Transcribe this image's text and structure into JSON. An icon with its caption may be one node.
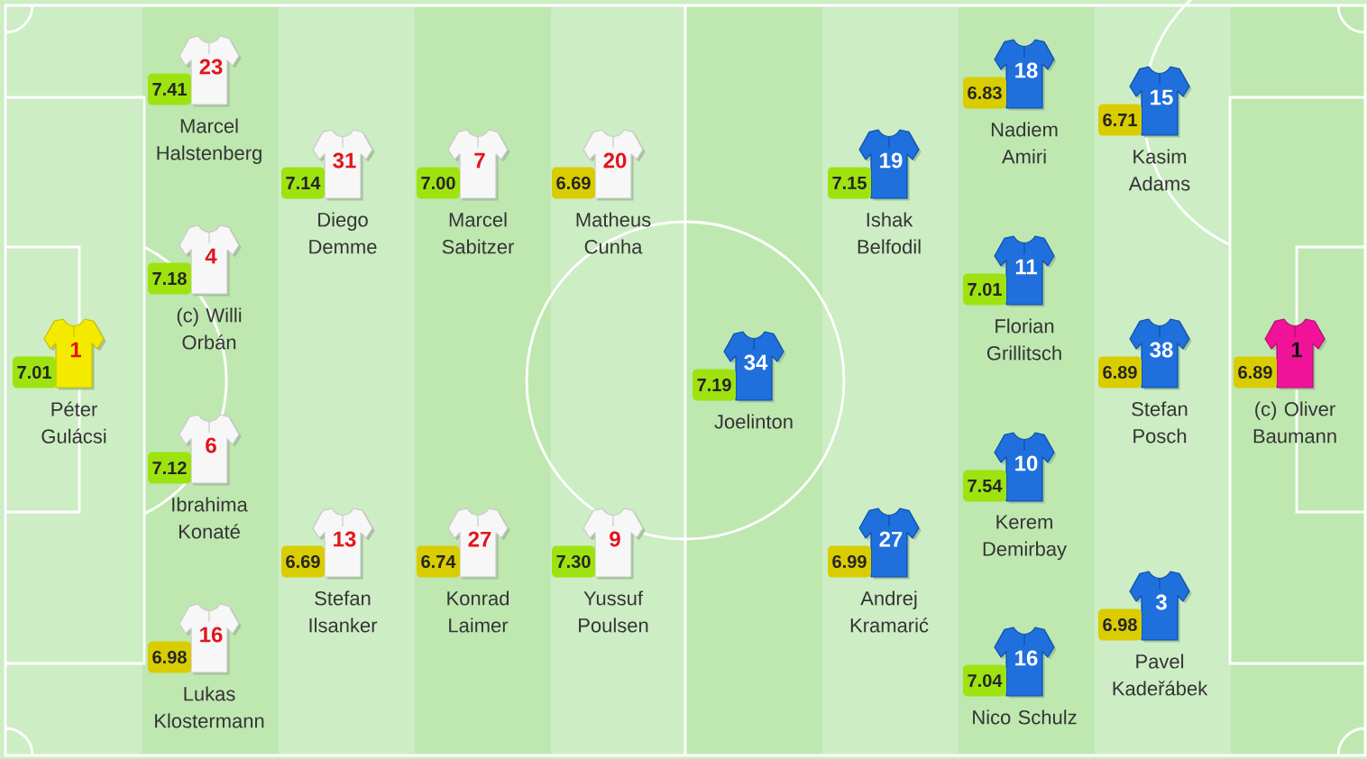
{
  "diagram": {
    "nodes": [
      {
        "text": [
          "1",
          "7.01",
          "Péter Gulácsi"
        ]
      },
      {
        "text": [
          "23",
          "7.41",
          "Marcel Halstenberg"
        ]
      },
      {
        "text": [
          "4",
          "7.18",
          "(c) Willi Orbán"
        ]
      },
      {
        "text": [
          "6",
          "7.12",
          "Ibrahima Konaté"
        ]
      },
      {
        "text": [
          "16",
          "6.98",
          "Lukas Klostermann"
        ]
      },
      {
        "text": [
          "31",
          "7.14",
          "Diego Demme"
        ]
      },
      {
        "text": [
          "13",
          "6.69",
          "Stefan Ilsanker"
        ]
      },
      {
        "text": [
          "7",
          "7.00",
          "Marcel Sabitzer"
        ]
      },
      {
        "text": [
          "27",
          "6.74",
          "Konrad Laimer"
        ]
      },
      {
        "text": [
          "20",
          "6.69",
          "Matheus Cunha"
        ]
      },
      {
        "text": [
          "9",
          "7.30",
          "Yussuf Poulsen"
        ]
      },
      {
        "text": [
          "34",
          "7.19",
          "Joelinton"
        ]
      },
      {
        "text": [
          "19",
          "7.15",
          "Ishak Belfodil"
        ]
      },
      {
        "text": [
          "27",
          "6.99",
          "Andrej Kramarić"
        ]
      },
      {
        "text": [
          "18",
          "6.83",
          "Nadiem Amiri"
        ]
      },
      {
        "text": [
          "11",
          "7.01",
          "Florian Grillitsch"
        ]
      },
      {
        "text": [
          "10",
          "7.54",
          "Kerem Demirbay"
        ]
      },
      {
        "text": [
          "16",
          "7.04",
          "Nico Schulz"
        ]
      },
      {
        "text": [
          "15",
          "6.71",
          "Kasim Adams"
        ]
      },
      {
        "text": [
          "38",
          "6.89",
          "Stefan Posch"
        ]
      },
      {
        "text": [
          "3",
          "6.98",
          "Pavel Kadeřábek"
        ]
      },
      {
        "text": [
          "1",
          "6.89",
          "(c) Oliver Baumann"
        ]
      }
    ]
  }
}
